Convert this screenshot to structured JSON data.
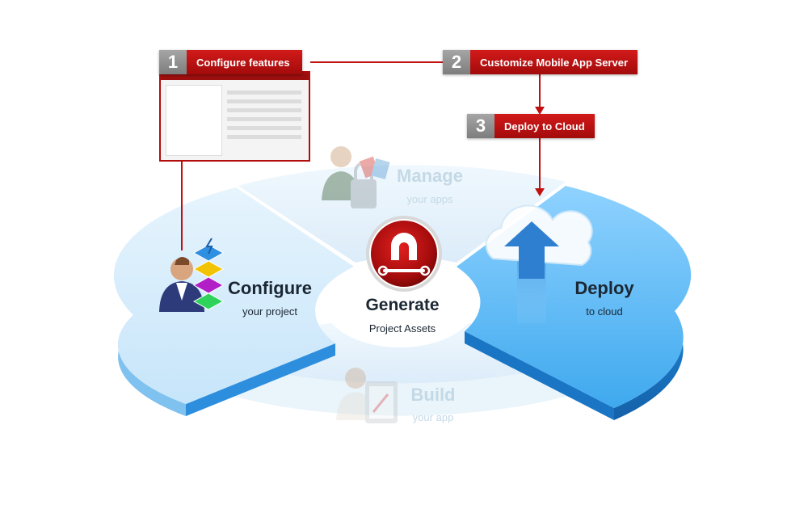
{
  "steps": [
    {
      "number": "1",
      "label": "Configure features"
    },
    {
      "number": "2",
      "label": "Customize Mobile App Server"
    },
    {
      "number": "3",
      "label": "Deploy to Cloud"
    }
  ],
  "segments": {
    "manage": {
      "title": "Manage",
      "subtitle": "your apps"
    },
    "configure": {
      "title": "Configure",
      "subtitle": "your project"
    },
    "deploy": {
      "title": "Deploy",
      "subtitle": "to cloud"
    },
    "build": {
      "title": "Build",
      "subtitle": "your app"
    }
  },
  "center": {
    "title": "Generate",
    "subtitle": "Project Assets"
  },
  "colors": {
    "accent_red": "#c0100f",
    "step_number_gray": "#8f8f8f",
    "active_blue": "#4fb1ee",
    "faded_blue": "#e4f3fd",
    "faded_text": "#c4d9e6",
    "dark_text": "#1b2733"
  },
  "icons": [
    "person-icon",
    "feature-stack-icon",
    "cloud-upload-icon",
    "generate-logo-icon",
    "lock-icon",
    "tablet-icon"
  ]
}
